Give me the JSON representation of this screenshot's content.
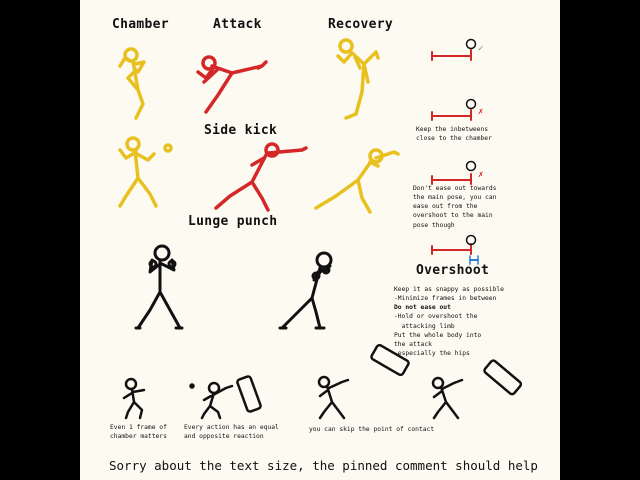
{
  "headings": {
    "chamber": "Chamber",
    "attack": "Attack",
    "recovery": "Recovery",
    "side_kick": "Side kick",
    "lunge_punch": "Lunge punch",
    "overshoot": "Overshoot"
  },
  "notes": {
    "inbetweens": "Keep the inbetweens close to the chamber",
    "ease_out": "Don't ease out towards the main pose, you can ease out from the overshoot to the main pose though",
    "snappy_title": "Keep it as snappy as possible",
    "snappy_lines": [
      "-Minimize frames in between",
      "Do not ease out",
      "-Hold or overshoot the",
      "  attacking limb",
      "Put the whole body into",
      "the attack",
      "-especially the hips"
    ],
    "one_frame": "Even 1 frame of chamber matters",
    "equal_opposite": "Every action has an equal and opposite reaction",
    "skip_contact": "you can skip the point of contact",
    "footer": "Sorry about the text size, the pinned comment should help"
  },
  "marks": {
    "check": "✓",
    "cross": "✗"
  },
  "colors": {
    "chamber": "#e8c020",
    "attack": "#d42828",
    "ink": "#111111",
    "overshoot": "#2a7fd4",
    "check": "#5aaa3a"
  },
  "icons": [
    "timing-chart-check-icon",
    "timing-chart-cross-icon",
    "timing-chart-overshoot-icon",
    "punching-bag-icon"
  ]
}
